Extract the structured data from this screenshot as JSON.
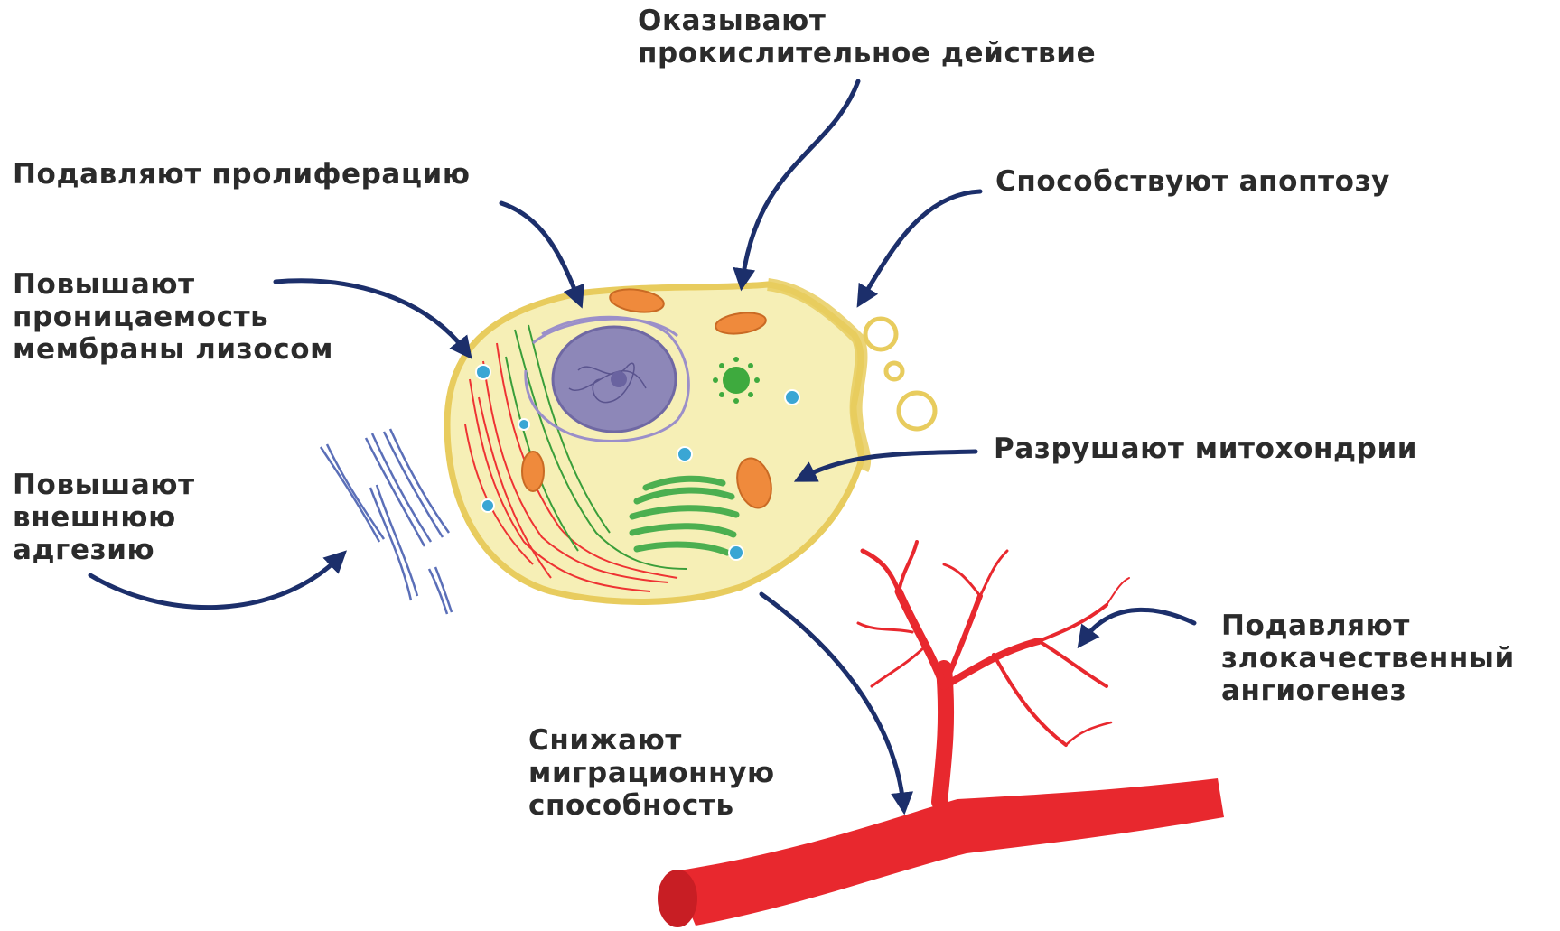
{
  "labels": {
    "prooxidant": "Оказывают\nпрокислительное действие",
    "proliferation": "Подавляют пролиферацию",
    "apoptosis": "Способствуют апоптозу",
    "lysosome": "Повышают\nпроницаемость\nмембраны лизосом",
    "mitochondria": "Разрушают митохондрии",
    "adhesion": "Повышают\nвнешнюю\nадгезию",
    "angiogenesis": "Подавляют\nзлокачественный\nангиогенез",
    "migration": "Снижают\nмиграционную\nспособность"
  },
  "colors": {
    "arrow": "#1c2f6b",
    "text": "#2b2b2b",
    "cytoplasm": "#f6efb6",
    "membrane": "#e8cc5e",
    "nucleus": "#8d87b8",
    "mitochondria": "#ef8a3c",
    "golgi": "#4caf50",
    "vesicle": "#3aa6d4",
    "vessel": "#e8282e",
    "fiber": "#5b6fb8"
  }
}
